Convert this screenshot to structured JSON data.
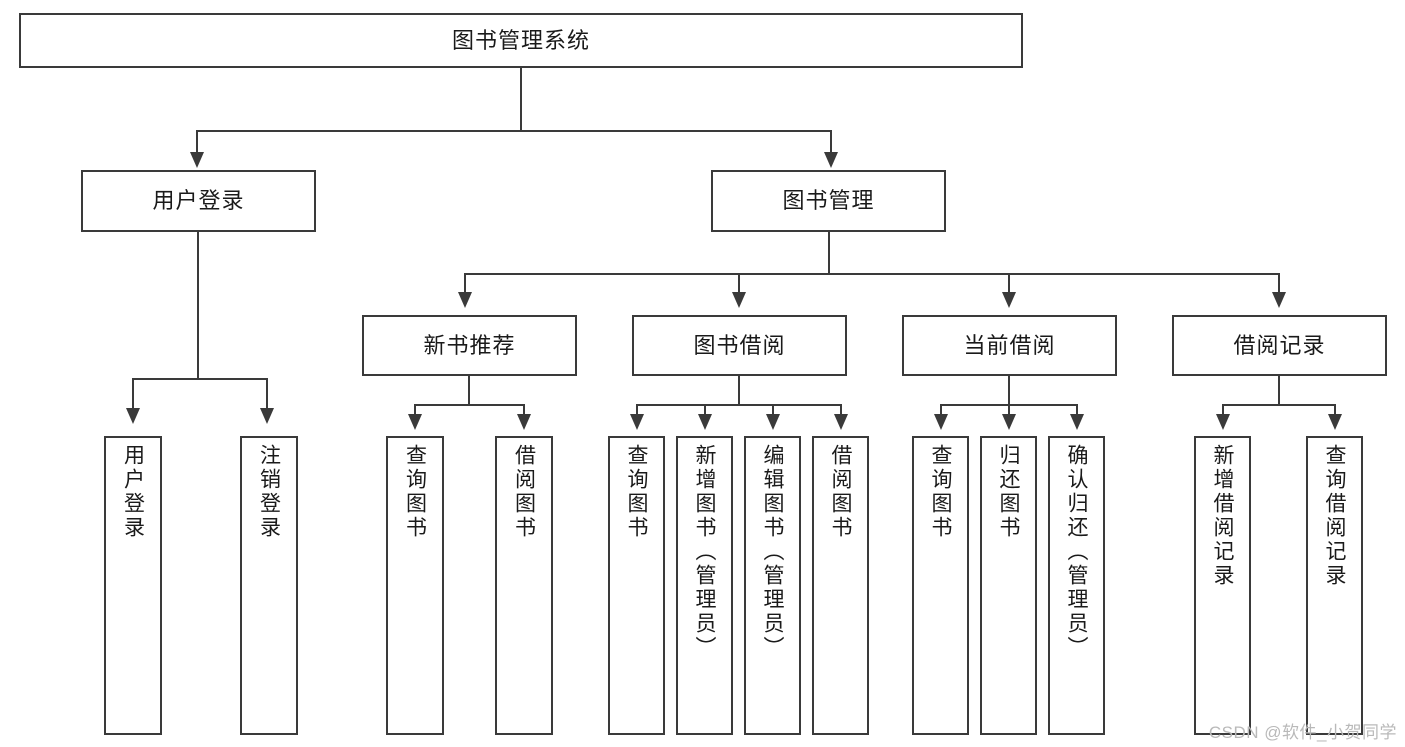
{
  "diagram": {
    "type": "tree",
    "title": "图书管理系统",
    "watermark": "CSDN @软件_小贺同学",
    "colors": {
      "stroke": "#3a3a3a",
      "fill": "#ffffff",
      "text": "#1a1a1a",
      "watermark": "#b9b9b9"
    },
    "nodes": {
      "root": {
        "label": "图书管理系统"
      },
      "level2": [
        {
          "id": "user-login",
          "label": "用户登录"
        },
        {
          "id": "book-management",
          "label": "图书管理"
        }
      ],
      "level3": [
        {
          "id": "new-book-recommend",
          "label": "新书推荐"
        },
        {
          "id": "book-borrow",
          "label": "图书借阅"
        },
        {
          "id": "current-borrow",
          "label": "当前借阅"
        },
        {
          "id": "borrow-record",
          "label": "借阅记录"
        }
      ],
      "leaves": {
        "user_login": [
          {
            "id": "leaf-user-login",
            "label": "用户登录"
          },
          {
            "id": "leaf-logout-login",
            "label": "注销登录"
          }
        ],
        "new_book_recommend": [
          {
            "id": "leaf-query-book-1",
            "label": "查询图书"
          },
          {
            "id": "leaf-borrow-book-1",
            "label": "借阅图书"
          }
        ],
        "book_borrow": [
          {
            "id": "leaf-query-book-2",
            "label": "查询图书"
          },
          {
            "id": "leaf-add-book-admin",
            "label": "新增图书（管理员）"
          },
          {
            "id": "leaf-edit-book-admin",
            "label": "编辑图书（管理员）"
          },
          {
            "id": "leaf-borrow-book-2",
            "label": "借阅图书"
          }
        ],
        "current_borrow": [
          {
            "id": "leaf-query-book-3",
            "label": "查询图书"
          },
          {
            "id": "leaf-return-book",
            "label": "归还图书"
          },
          {
            "id": "leaf-confirm-return-admin",
            "label": "确认归还（管理员）"
          }
        ],
        "borrow_record": [
          {
            "id": "leaf-add-borrow-record",
            "label": "新增借阅记录"
          },
          {
            "id": "leaf-query-borrow-record",
            "label": "查询借阅记录"
          }
        ]
      }
    }
  }
}
